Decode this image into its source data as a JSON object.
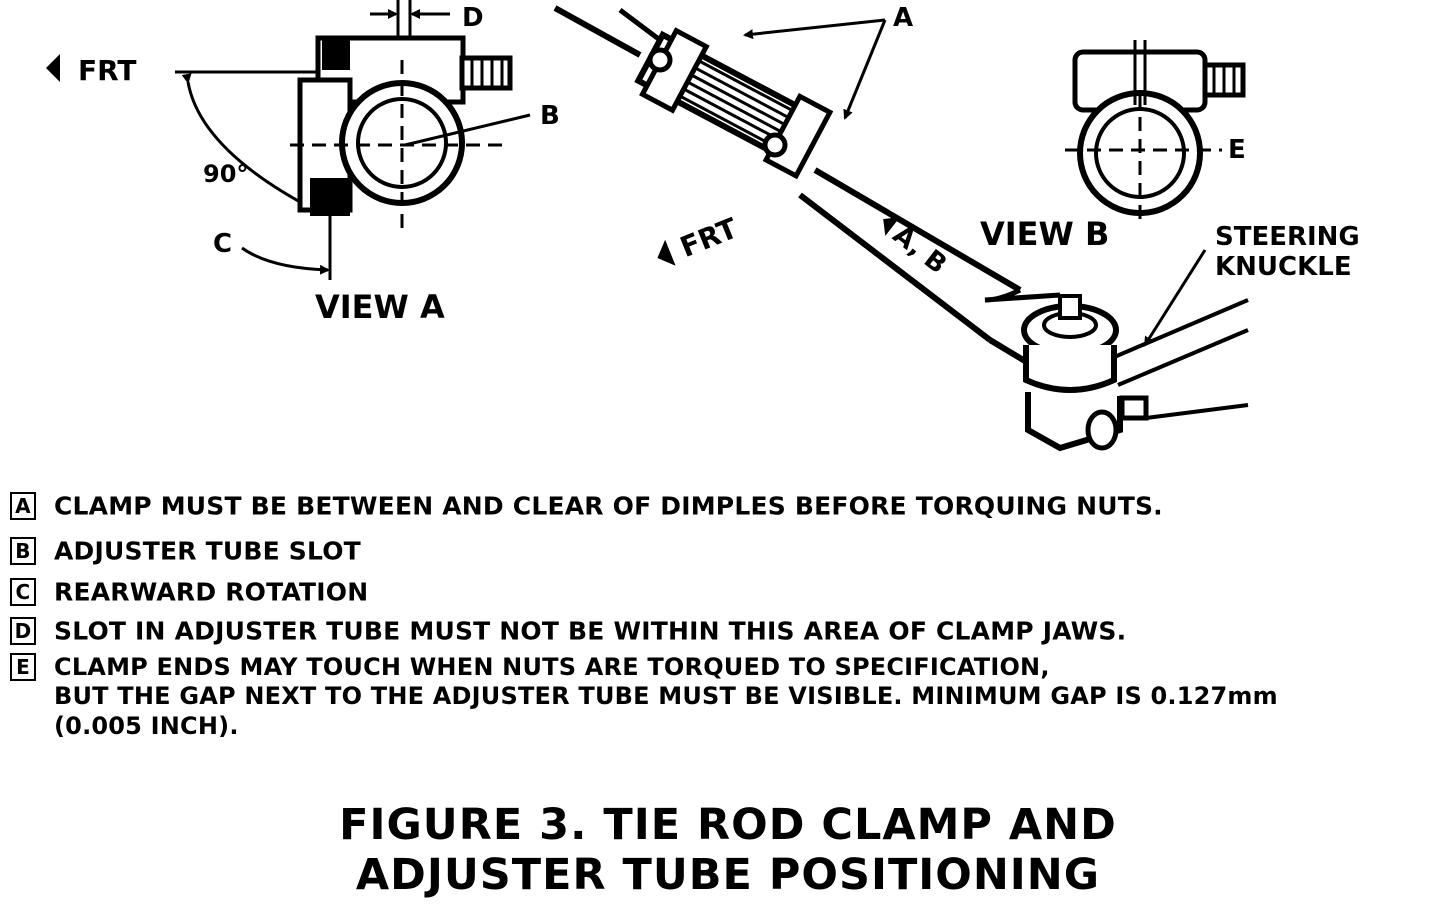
{
  "diagram": {
    "view_a": {
      "title": "VIEW A",
      "frt": "FRT",
      "angle": "90°",
      "labels": {
        "d": "D",
        "b": "B",
        "c": "C"
      }
    },
    "main": {
      "frt": "FRT",
      "label_a": "A",
      "rod_marking": "A, B"
    },
    "view_b": {
      "title": "VIEW B",
      "label_e": "E"
    },
    "steering_knuckle": [
      "STEERING",
      "KNUCKLE"
    ]
  },
  "notes": [
    {
      "key": "A",
      "lines": [
        "CLAMP MUST BE BETWEEN AND CLEAR OF DIMPLES BEFORE TORQUING NUTS."
      ]
    },
    {
      "key": "B",
      "lines": [
        "ADJUSTER TUBE SLOT"
      ]
    },
    {
      "key": "C",
      "lines": [
        "REARWARD ROTATION"
      ]
    },
    {
      "key": "D",
      "lines": [
        "SLOT IN ADJUSTER TUBE MUST NOT BE WITHIN THIS AREA OF CLAMP JAWS."
      ]
    },
    {
      "key": "E",
      "lines": [
        "CLAMP ENDS MAY TOUCH WHEN NUTS ARE TORQUED TO SPECIFICATION,",
        "BUT THE GAP NEXT TO THE ADJUSTER TUBE MUST BE VISIBLE. MINIMUM GAP IS 0.127mm",
        "(0.005 INCH)."
      ]
    }
  ],
  "caption": [
    "FIGURE 3. TIE ROD CLAMP AND",
    "ADJUSTER TUBE POSITIONING"
  ]
}
